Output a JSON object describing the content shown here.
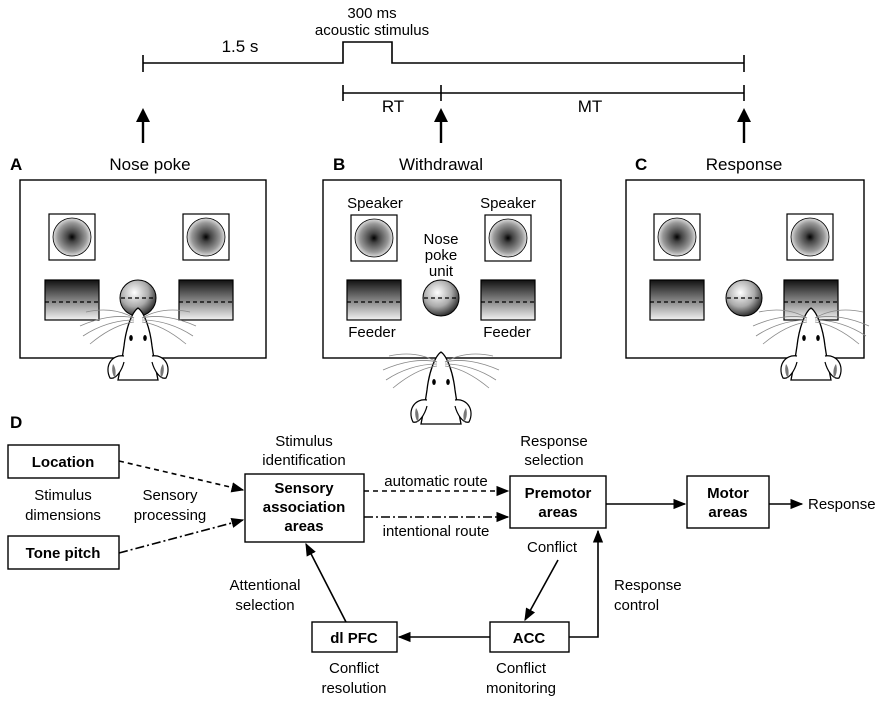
{
  "timeline": {
    "stimulus_label_1": "300 ms",
    "stimulus_label_2": "acoustic stimulus",
    "delay_label": "1.5 s",
    "rt_label": "RT",
    "mt_label": "MT"
  },
  "panels": {
    "a": {
      "letter": "A",
      "title": "Nose poke"
    },
    "b": {
      "letter": "B",
      "title": "Withdrawal",
      "speaker_left": "Speaker",
      "speaker_right": "Speaker",
      "nose_poke_1": "Nose",
      "nose_poke_2": "poke",
      "nose_poke_3": "unit",
      "feeder_left": "Feeder",
      "feeder_right": "Feeder"
    },
    "c": {
      "letter": "C",
      "title": "Response"
    }
  },
  "diagram": {
    "letter": "D",
    "location": "Location",
    "tone_pitch": "Tone pitch",
    "stimulus_dimensions_1": "Stimulus",
    "stimulus_dimensions_2": "dimensions",
    "sensory_processing_1": "Sensory",
    "sensory_processing_2": "processing",
    "stim_id_1": "Stimulus",
    "stim_id_2": "identification",
    "sensory_box_1": "Sensory",
    "sensory_box_2": "association",
    "sensory_box_3": "areas",
    "automatic_route": "automatic route",
    "intentional_route": "intentional route",
    "resp_sel_1": "Response",
    "resp_sel_2": "selection",
    "premotor_1": "Premotor",
    "premotor_2": "areas",
    "motor_1": "Motor",
    "motor_2": "areas",
    "response": "Response",
    "conflict": "Conflict",
    "response_control_1": "Response",
    "response_control_2": "control",
    "attentional_1": "Attentional",
    "attentional_2": "selection",
    "dlpfc": "dl PFC",
    "acc": "ACC",
    "conflict_resolution_1": "Conflict",
    "conflict_resolution_2": "resolution",
    "conflict_monitoring_1": "Conflict",
    "conflict_monitoring_2": "monitoring"
  }
}
